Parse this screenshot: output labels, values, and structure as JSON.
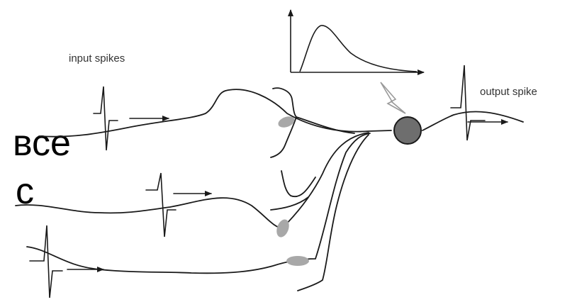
{
  "background_text": {
    "line1": "все",
    "line2": "с"
  },
  "labels": {
    "input": "input spikes",
    "output": "output spike"
  },
  "colors": {
    "line": "#1a1a1a",
    "synapse": "#a8a8a8",
    "soma": "#6e6e6e",
    "soma_stroke": "#1a1a1a",
    "electrode": "#9a9a9a",
    "background": "#ffffff"
  }
}
